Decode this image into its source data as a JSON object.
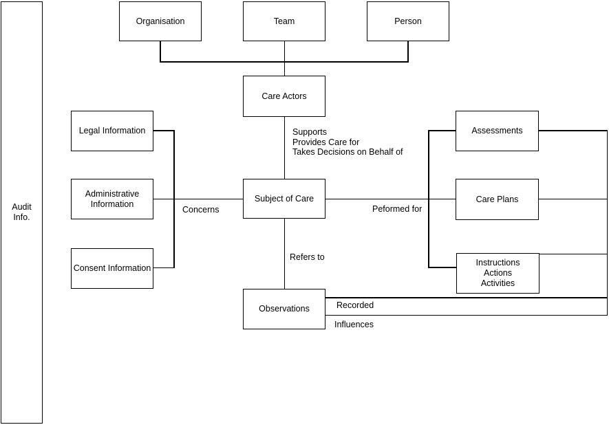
{
  "diagram": {
    "nodes": {
      "audit_info": {
        "label": "Audit\nInfo."
      },
      "organisation": {
        "label": "Organisation"
      },
      "team": {
        "label": "Team"
      },
      "person": {
        "label": "Person"
      },
      "care_actors": {
        "label": "Care Actors"
      },
      "legal_information": {
        "label": "Legal Information"
      },
      "administrative_information": {
        "label": "Administrative\nInformation"
      },
      "consent_information": {
        "label": "Consent Information"
      },
      "subject_of_care": {
        "label": "Subject of Care"
      },
      "assessments": {
        "label": "Assessments"
      },
      "care_plans": {
        "label": "Care Plans"
      },
      "instructions_actions_activities": {
        "label": "Instructions\nActions\nActivities"
      },
      "observations": {
        "label": "Observations"
      }
    },
    "edge_labels": {
      "care_actors_to_subject_of_care": "Supports\nProvides Care for\nTakes Decisions on Behalf of",
      "concerns": "Concerns",
      "performed_for": "Peformed for",
      "refers_to": "Refers to",
      "recorded": "Recorded",
      "influences": "Influences"
    },
    "colors": {
      "line": "#000000",
      "node_fill": "#ffffff",
      "background": "#ffffff",
      "text": "#000000"
    }
  }
}
